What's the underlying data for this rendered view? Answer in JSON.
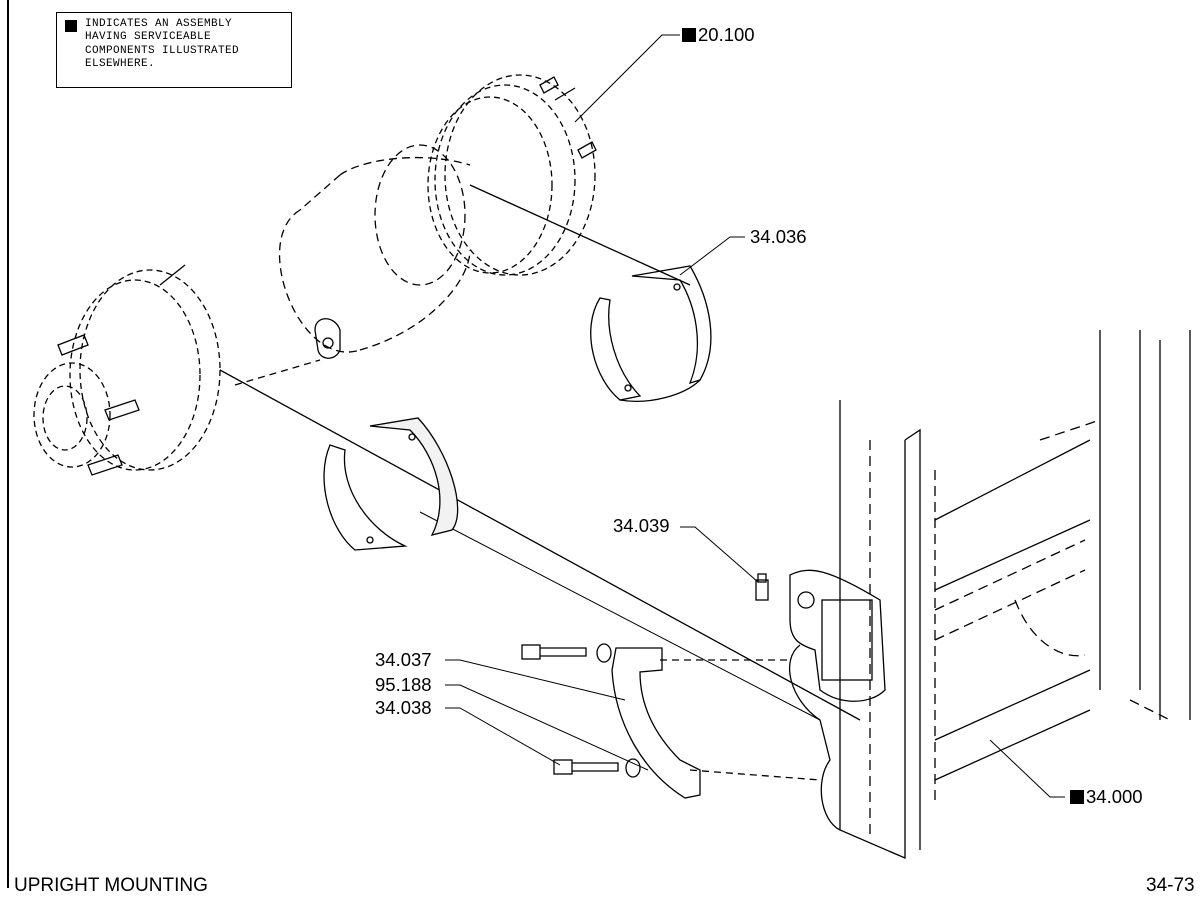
{
  "legend": {
    "lines": [
      "INDICATES AN ASSEMBLY",
      "HAVING SERVICEABLE",
      "COMPONENTS ILLUSTRATED",
      "ELSEWHERE."
    ]
  },
  "callouts": {
    "c20100": "20.100",
    "c34036": "34.036",
    "c34039": "34.039",
    "c34037": "34.037",
    "c95188": "95.188",
    "c34038": "34.038",
    "c34000": "34.000"
  },
  "footer": {
    "title": "UPRIGHT MOUNTING",
    "page": "34-73"
  }
}
